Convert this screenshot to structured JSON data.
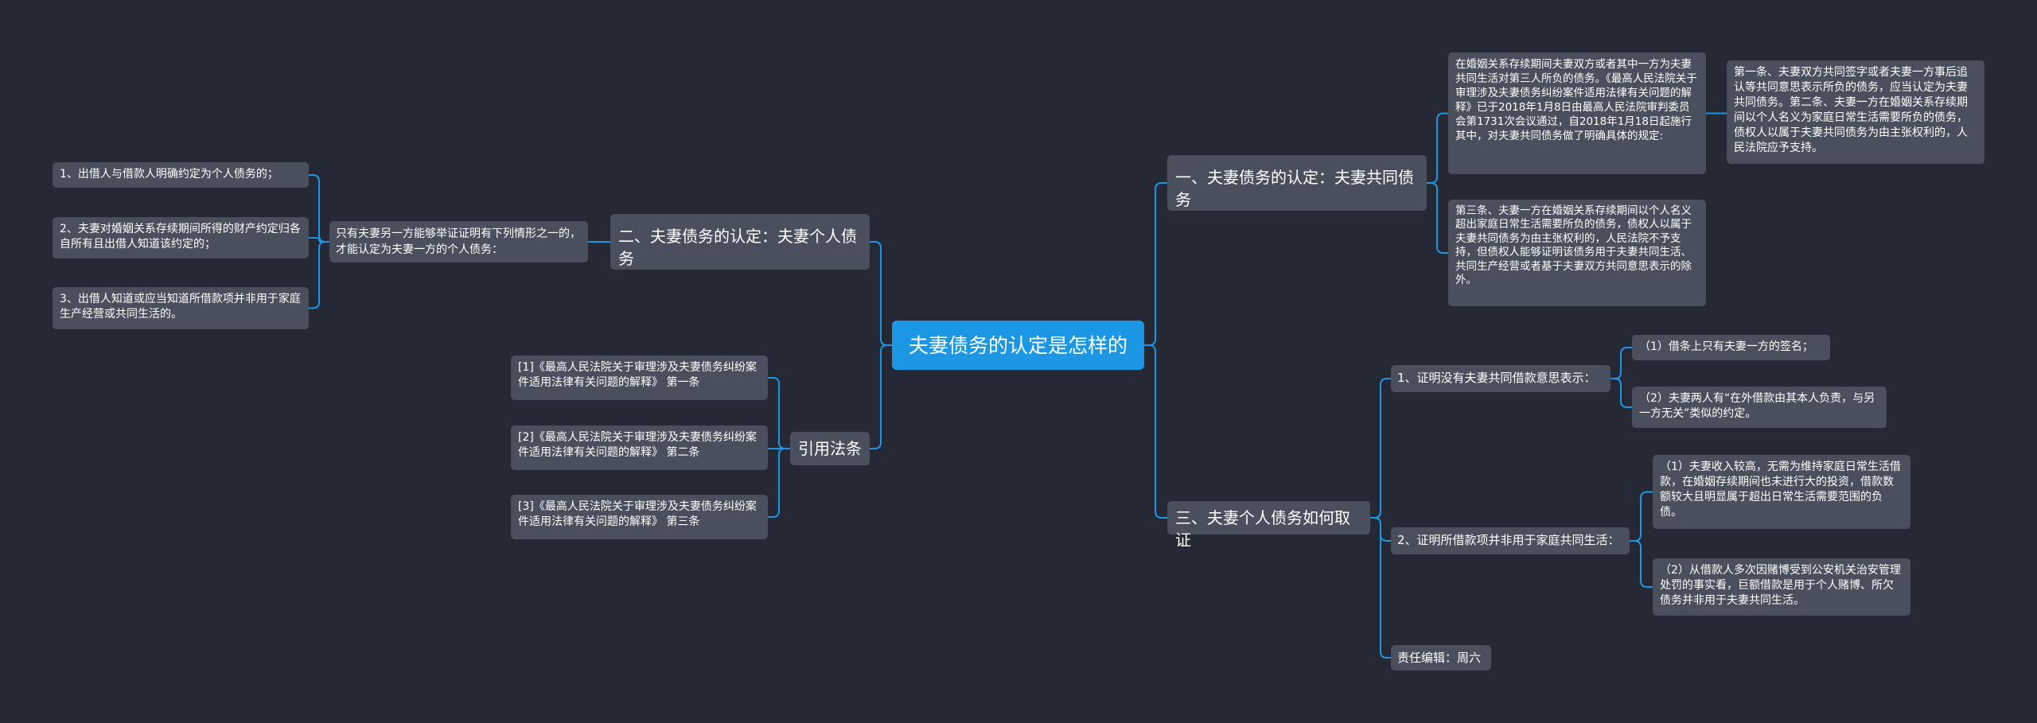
{
  "root": {
    "label": "夫妻债务的认定是怎样的"
  },
  "right": {
    "branch1": {
      "label": "一、夫妻债务的认定：夫妻共同债务",
      "text_a": "在婚姻关系存续期间夫妻双方或者其中一方为夫妻共同生活对第三人所负的债务。《最高人民法院关于审理涉及夫妻债务纠纷案件适用法律有关问题的解释》已于2018年1月8日由最高人民法院审判委员会第1731次会议通过，自2018年1月18日起施行其中，对夫妻共同债务做了明确具体的规定:",
      "text_a_child": "第一条、夫妻双方共同签字或者夫妻一方事后追认等共同意思表示所负的债务，应当认定为夫妻共同债务。第二条、夫妻一方在婚姻关系存续期间以个人名义为家庭日常生活需要所负的债务，债权人以属于夫妻共同债务为由主张权利的，人民法院应予支持。",
      "text_b": "第三条、夫妻一方在婚姻关系存续期间以个人名义超出家庭日常生活需要所负的债务，债权人以属于夫妻共同债务为由主张权利的，人民法院不予支持，但债权人能够证明该债务用于夫妻共同生活、共同生产经营或者基于夫妻双方共同意思表示的除外。"
    },
    "branch3": {
      "label": "三、夫妻个人债务如何取证",
      "proof1": {
        "label": "1、证明没有夫妻共同借款意思表示：",
        "items": [
          "（1）借条上只有夫妻一方的签名；",
          "（2）夫妻两人有“在外借款由其本人负责，与另一方无关”类似的约定。"
        ]
      },
      "proof2": {
        "label": "2、证明所借款项并非用于家庭共同生活：",
        "items": [
          "（1）夫妻收入较高，无需为维持家庭日常生活借款，在婚姻存续期间也未进行大的投资，借款数额较大且明显属于超出日常生活需要范围的负债。",
          "（2）从借款人多次因赌博受到公安机关治安管理处罚的事实看，巨额借款是用于个人赌博、所欠债务并非用于夫妻共同生活。"
        ]
      },
      "editor": "责任编辑：周六"
    }
  },
  "left": {
    "branch2": {
      "label": "二、夫妻债务的认定：夫妻个人债务",
      "condition": "只有夫妻另一方能够举证证明有下列情形之一的，才能认定为夫妻一方的个人债务：",
      "items": [
        "1、出借人与借款人明确约定为个人债务的；",
        "2、夫妻对婚姻关系存续期间所得的财产约定归各自所有且出借人知道该约定的；",
        "3、出借人知道或应当知道所借款项并非用于家庭生产经营或共同生活的。"
      ]
    },
    "citations": {
      "label": "引用法条",
      "items": [
        "[1]《最高人民法院关于审理涉及夫妻债务纠纷案件适用法律有关问题的解释》 第一条",
        "[2]《最高人民法院关于审理涉及夫妻债务纠纷案件适用法律有关问题的解释》 第二条",
        "[3]《最高人民法院关于审理涉及夫妻债务纠纷案件适用法律有关问题的解释》 第三条"
      ]
    }
  },
  "colors": {
    "background": "#252935",
    "node": "#494f5d",
    "root": "#1c97e3",
    "link": "#1c97e3",
    "text": "#ffffff"
  }
}
